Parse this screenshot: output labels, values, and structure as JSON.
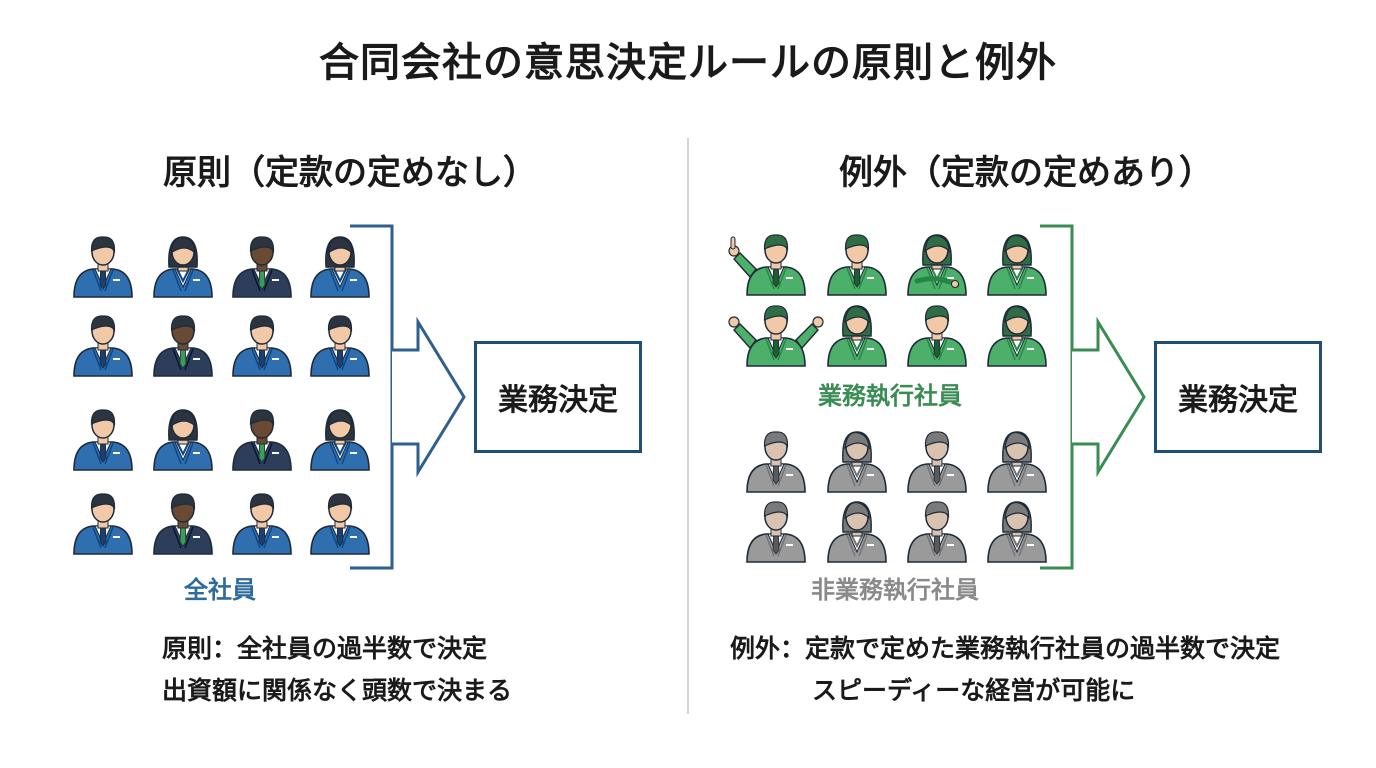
{
  "title": "合同会社の意思決定ルールの原則と例外",
  "colors": {
    "blue_suit": "#2f6fb0",
    "dark_navy_suit": "#2c3e5a",
    "green_suit": "#4caf6a",
    "gray_suit": "#9a9a9a",
    "blue_accent": "#2f6a9c",
    "green_accent": "#3a8c55",
    "gray_accent": "#8a8a8a",
    "box_border": "#1f4e79"
  },
  "left": {
    "heading": "原則（定款の定めなし）",
    "group_label": "全社員",
    "decision": "業務決定",
    "notes": [
      "原則：全社員の過半数で決定",
      "出資額に関係なく頭数で決まる"
    ]
  },
  "right": {
    "heading": "例外（定款の定めあり）",
    "executive_label": "業務執行社員",
    "non_executive_label": "非業務執行社員",
    "decision": "業務決定",
    "notes": [
      "例外：定款で定めた業務執行社員の過半数で決定",
      "スピーディーな経営が可能に"
    ]
  }
}
